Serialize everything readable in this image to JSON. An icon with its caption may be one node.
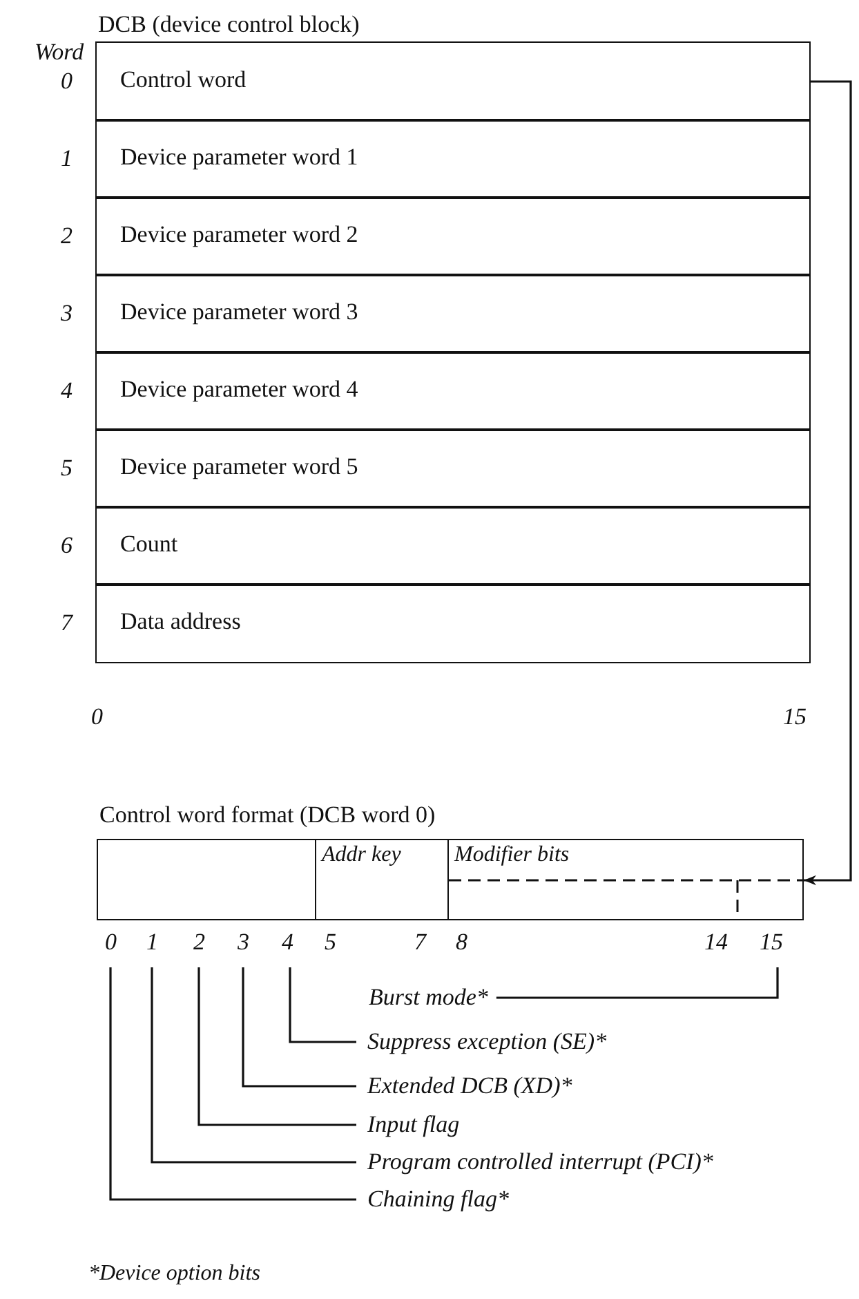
{
  "diagram": {
    "nodes": [
      {
        "text": [
          "DCB (device control block)"
        ]
      },
      {
        "text": [
          "Control word"
        ],
        "in": 0
      },
      {
        "text": [
          "Device parameter word 1"
        ],
        "in": 0
      },
      {
        "text": [
          "Device parameter word 2"
        ],
        "in": 0
      },
      {
        "text": [
          "Device parameter word 3"
        ],
        "in": 0
      },
      {
        "text": [
          "Device parameter word 4"
        ],
        "in": 0
      },
      {
        "text": [
          "Device parameter word 5"
        ],
        "in": 0
      },
      {
        "text": [
          "Count"
        ],
        "in": 0
      },
      {
        "text": [
          "Data address"
        ],
        "in": 0
      },
      {
        "text": [
          "Control word format (DCB word 0)"
        ]
      },
      {
        "text": [],
        "shape": "box",
        "in": 9
      },
      {
        "text": [
          "Addr key"
        ],
        "in": 9
      },
      {
        "text": [
          "Modifier bits"
        ],
        "in": 9
      },
      {
        "text": [
          "Burst mode*"
        ]
      },
      {
        "text": [
          "Suppress exception (SE)*"
        ]
      },
      {
        "text": [
          "Extended DCB (XD)*"
        ]
      },
      {
        "text": [
          "Input flag"
        ]
      },
      {
        "text": [
          "Program controlled interrupt (PCI)*"
        ]
      },
      {
        "text": [
          "Chaining flag*"
        ]
      }
    ],
    "edges": [
      {
        "from": 1,
        "to": 12,
        "arrow": "to"
      },
      {
        "from": 13,
        "to": null,
        "arrow": "none"
      },
      {
        "from": 14,
        "to": null,
        "arrow": "none"
      },
      {
        "from": 15,
        "to": null,
        "arrow": "none"
      },
      {
        "from": 16,
        "to": null,
        "arrow": "none"
      },
      {
        "from": 17,
        "to": null,
        "arrow": "none"
      },
      {
        "from": 18,
        "to": null,
        "arrow": "none"
      }
    ],
    "labels": [
      "Word",
      "0",
      "1",
      "2",
      "3",
      "4",
      "5",
      "6",
      "7",
      "0",
      "15",
      "0",
      "1",
      "2",
      "3",
      "4",
      "5",
      "7",
      "8",
      "14",
      "15",
      "*Device option bits"
    ]
  }
}
